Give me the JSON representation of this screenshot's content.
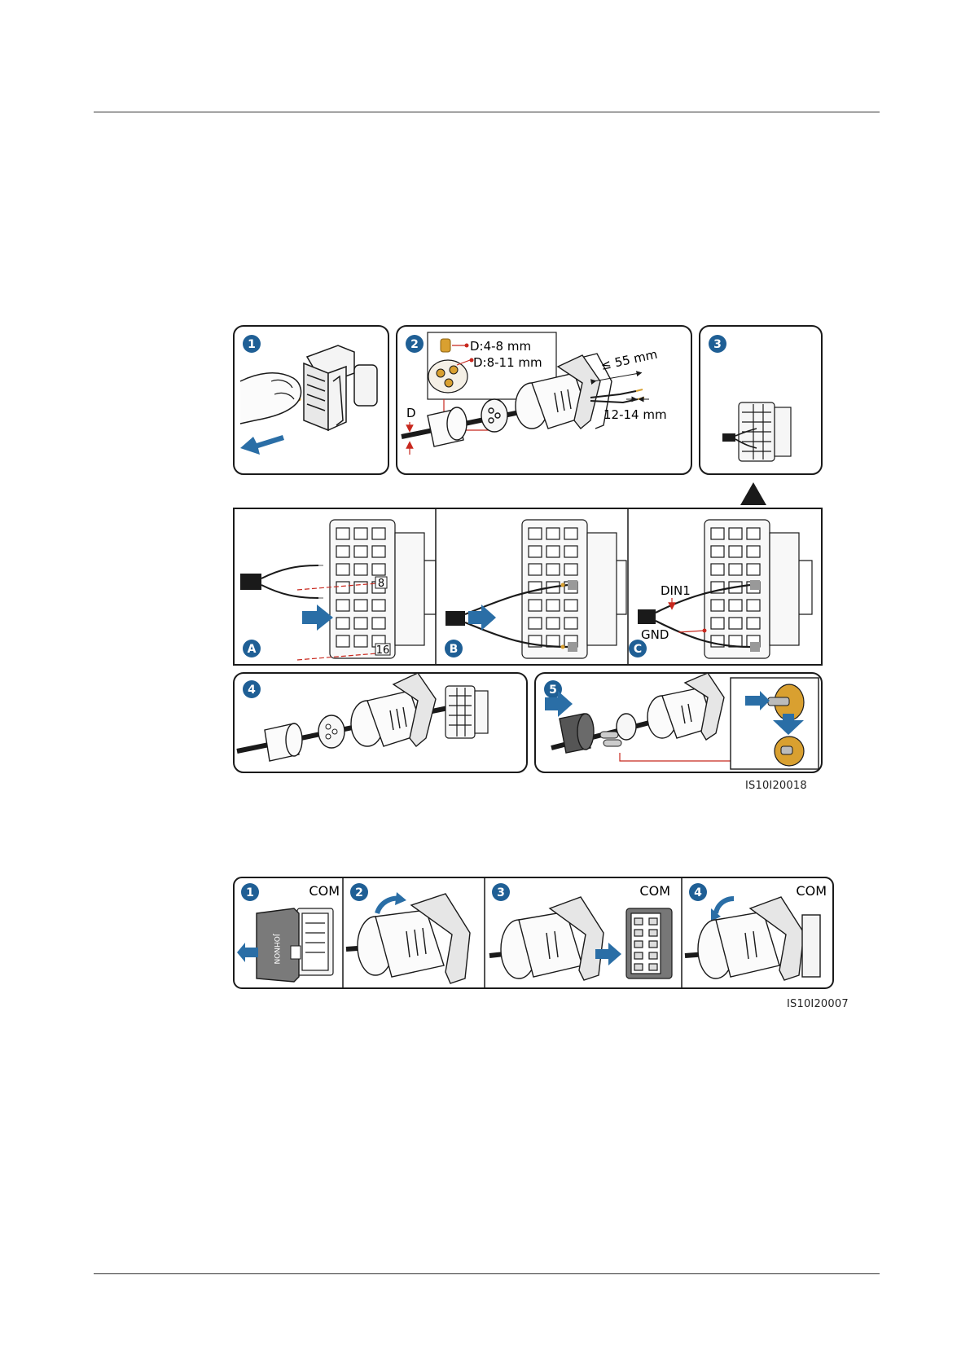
{
  "figure1": {
    "id": "IS10I20018",
    "step_numbers": [
      "1",
      "2",
      "3",
      "4",
      "5"
    ],
    "letters": [
      "A",
      "B",
      "C"
    ],
    "labels": {
      "d_small": "D:4-8 mm",
      "d_large": "D:8-11 mm",
      "diameter": "D",
      "strip_len": "≤ 55 mm",
      "wire_strip": "12-14 mm",
      "pin8": "8",
      "pin16": "16",
      "din1": "DIN1",
      "gnd": "GND"
    }
  },
  "figure2": {
    "id": "IS10I20007",
    "step_numbers": [
      "1",
      "2",
      "3",
      "4"
    ],
    "com_label": "COM",
    "cover_text": "JOHNON"
  },
  "colors": {
    "step_badge": "#1f5f95",
    "arrow": "#2a6ea6",
    "dim_red": "#c8281e",
    "pin_orange": "#d9a030",
    "outline": "#1a1a1a"
  }
}
